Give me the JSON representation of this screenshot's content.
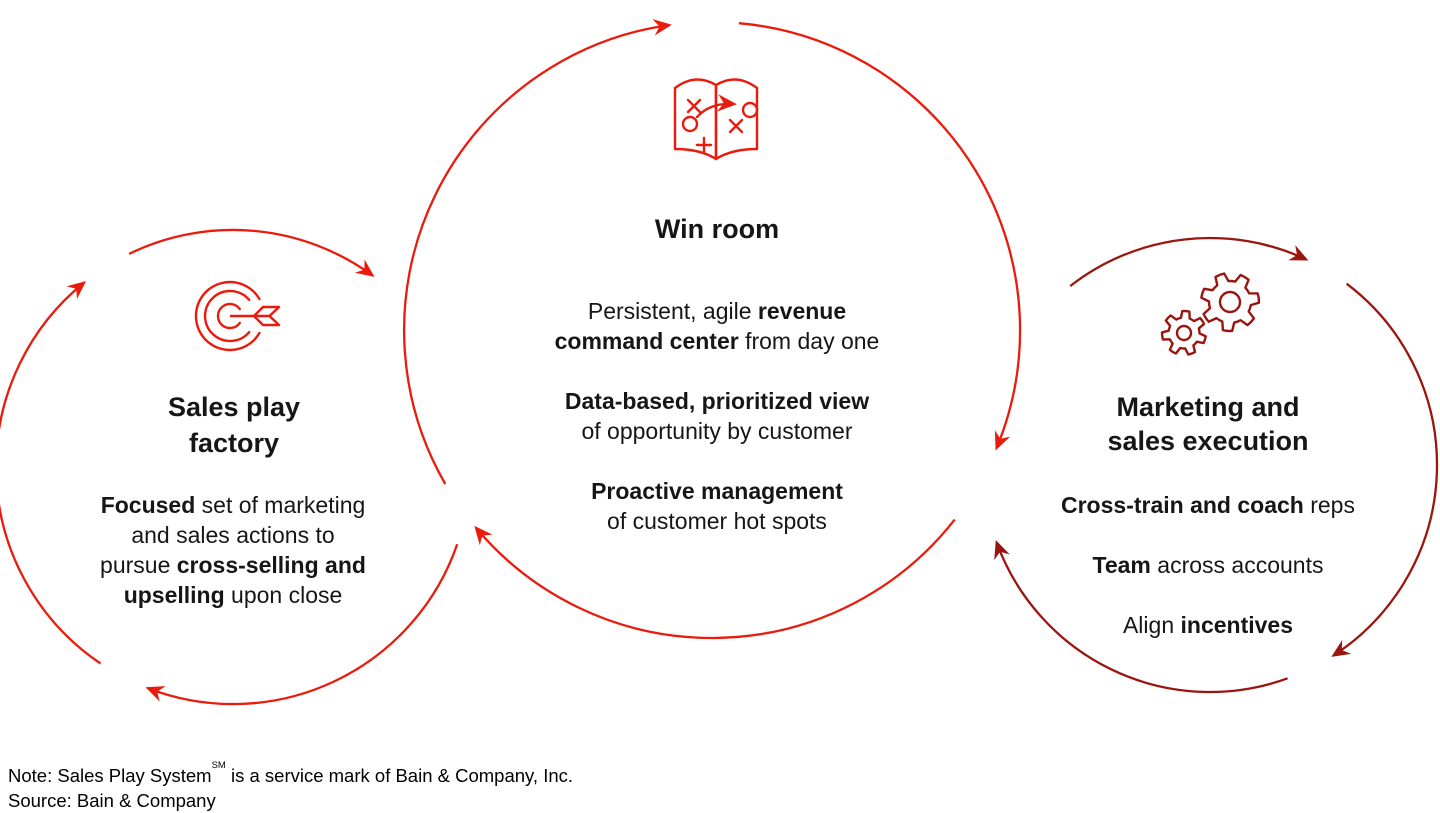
{
  "colors": {
    "bright_red": "#ea1b0d",
    "dark_red": "#9a150f",
    "text": "#161616"
  },
  "cycles": {
    "left": {
      "icon": "target-icon",
      "title_lines": [
        "Sales play",
        "factory"
      ],
      "body_lines": [
        [
          {
            "t": "Focused",
            "b": true
          },
          {
            "t": " set of marketing",
            "b": false
          }
        ],
        [
          {
            "t": "and sales actions to",
            "b": false
          }
        ],
        [
          {
            "t": "pursue ",
            "b": false
          },
          {
            "t": "cross-selling and",
            "b": true
          }
        ],
        [
          {
            "t": "upselling",
            "b": true
          },
          {
            "t": " upon close",
            "b": false
          }
        ]
      ]
    },
    "center": {
      "icon": "playbook-icon",
      "title_lines": [
        "Win room"
      ],
      "blocks": [
        [
          [
            {
              "t": "Persistent, agile ",
              "b": false
            },
            {
              "t": "revenue",
              "b": true
            }
          ],
          [
            {
              "t": "command center",
              "b": true
            },
            {
              "t": " from day one",
              "b": false
            }
          ]
        ],
        [
          [
            {
              "t": "Data-based, prioritized view",
              "b": true
            }
          ],
          [
            {
              "t": "of opportunity by customer",
              "b": false
            }
          ]
        ],
        [
          [
            {
              "t": "Proactive management",
              "b": true
            }
          ],
          [
            {
              "t": "of customer hot spots",
              "b": false
            }
          ]
        ]
      ]
    },
    "right": {
      "icon": "gears-icon",
      "title_lines": [
        "Marketing and",
        "sales execution"
      ],
      "items": [
        [
          [
            {
              "t": "Cross-train and coach",
              "b": true
            },
            {
              "t": " reps",
              "b": false
            }
          ]
        ],
        [
          [
            {
              "t": "Team",
              "b": true
            },
            {
              "t": " across accounts",
              "b": false
            }
          ]
        ],
        [
          [
            {
              "t": "Align ",
              "b": false
            },
            {
              "t": "incentives",
              "b": true
            }
          ]
        ]
      ]
    }
  },
  "footer": {
    "note_prefix": "Note: Sales Play System",
    "note_sup": "SM",
    "note_suffix": " is a service mark of Bain & Company, Inc.",
    "source": "Source: Bain & Company"
  }
}
